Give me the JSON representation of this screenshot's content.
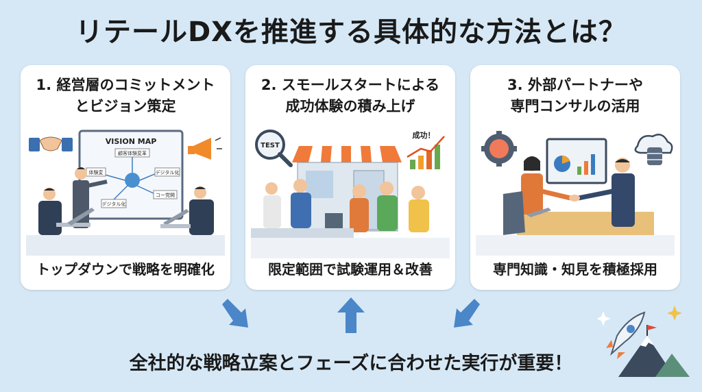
{
  "title": "リテールDXを推進する具体的な方法とは？",
  "cards": [
    {
      "title_line1": "1. 経営層のコミットメント",
      "title_line2": "とビジョン策定",
      "caption": "トップダウンで戦略を明確化",
      "board": {
        "heading": "VISION MAP",
        "labels": [
          "顧客体験変革",
          "体験変",
          "デジタル化",
          "コー党開",
          "デジタル化"
        ]
      }
    },
    {
      "title_line1": "2. スモールスタートによる",
      "title_line2": "成功体験の積み上げ",
      "caption": "限定範囲で試験運用＆改善",
      "test_label": "TEST",
      "success_label": "成功！"
    },
    {
      "title_line1": "3. 外部パートナーや",
      "title_line2": "専門コンサルの活用",
      "caption": "専門知識・知見を積極採用"
    }
  ],
  "bottom_text": "全社的な戦略立案とフェーズに合わせた実行が重要！",
  "colors": {
    "background": "#d6e8f6",
    "card": "#ffffff",
    "arrow": "#4a86c8",
    "text": "#1a1a1a"
  },
  "icons": [
    "handshake-icon",
    "megaphone-icon",
    "magnifier-icon",
    "growth-chart-icon",
    "gear-brain-icon",
    "cloud-database-icon",
    "rocket-icon",
    "mountain-flag-icon",
    "sparkle-icon"
  ]
}
